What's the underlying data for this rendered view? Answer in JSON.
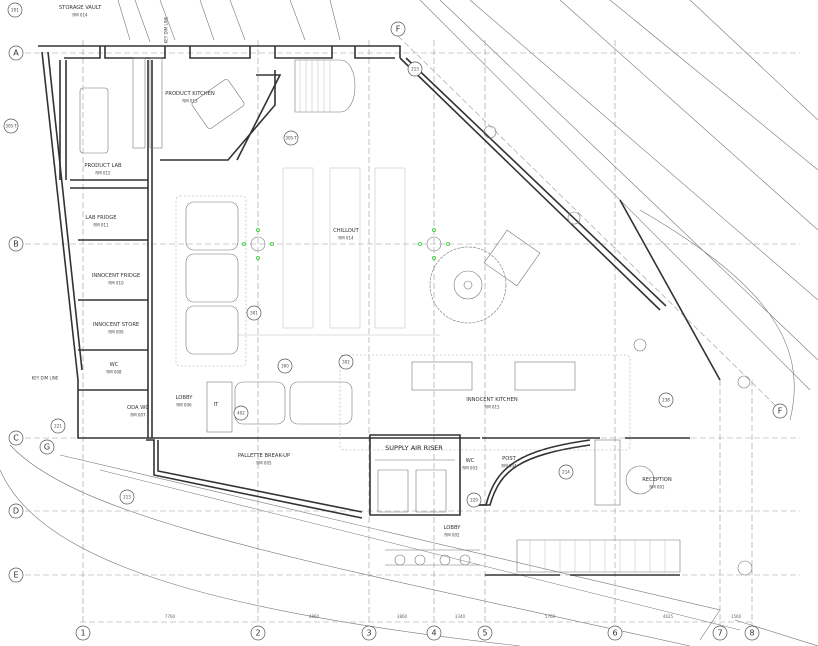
{
  "plan": {
    "grid_rows": [
      "A",
      "B",
      "C",
      "D",
      "E"
    ],
    "grid_columns": [
      "1",
      "2",
      "3",
      "4",
      "5",
      "6",
      "7",
      "8"
    ],
    "extra_grid": [
      "F",
      "F",
      "G"
    ],
    "rooms": [
      {
        "name": "STORAGE VAULT",
        "id": "RM 014"
      },
      {
        "name": "PRODUCT KITCHEN",
        "id": "RM 013"
      },
      {
        "name": "PRODUCT LAB",
        "id": "RM 012"
      },
      {
        "name": "LAB FRIDGE",
        "id": "RM 011"
      },
      {
        "name": "INNOCENT FRIDGE",
        "id": "RM 010"
      },
      {
        "name": "INNOCENT STORE",
        "id": "RM 009"
      },
      {
        "name": "WC",
        "id": "RM 008"
      },
      {
        "name": "ODA WC",
        "id": "RM 007"
      },
      {
        "name": "LOBBY",
        "id": "RM 006"
      },
      {
        "name": "CHILLOUT",
        "id": "RM 014"
      },
      {
        "name": "INNOCENT KITCHEN",
        "id": "RM 015"
      },
      {
        "name": "PALLETTE BREAK-UP",
        "id": "RM 005"
      },
      {
        "name": "SUPPLY AIR RISER",
        "id": ""
      },
      {
        "name": "WC",
        "id": "RM 003"
      },
      {
        "name": "POST",
        "id": "RM 004"
      },
      {
        "name": "LOBBY",
        "id": "RM 002"
      },
      {
        "name": "RECEPTION",
        "id": "RM 001"
      },
      {
        "name": "IT",
        "id": ""
      }
    ],
    "tags": [
      "201",
      "213",
      "305-T",
      "305-T",
      "301",
      "300",
      "302",
      "402",
      "229",
      "214",
      "238",
      "221",
      "213"
    ],
    "key_line": "KEY DIM LINE",
    "dimensions": [
      "7760",
      "4860",
      "3860",
      "3340",
      "5760",
      "4625",
      "1560"
    ],
    "colors": {
      "linework": "#333333",
      "grid": "#9a9a9a",
      "column_markers": "#3bd13b"
    }
  }
}
